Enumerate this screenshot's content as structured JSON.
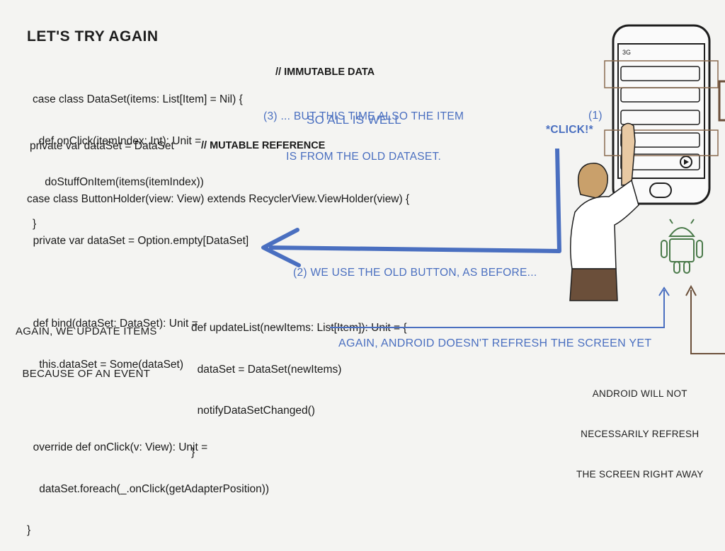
{
  "title": "LET'S TRY AGAIN",
  "code": {
    "dataset_block": [
      "case class DataSet(items: List[Item] = Nil) {",
      "  def onClick(itemIndex: Int): Unit =",
      "    doStuffOnItem(items(itemIndex))",
      "}"
    ],
    "private_var": "private var dataSet = DataSet",
    "holder_block": [
      "case class ButtonHolder(view: View) extends RecyclerView.ViewHolder(view) {",
      "  private var dataSet = Option.empty[DataSet]",
      "",
      "  def bind(dataSet: DataSet): Unit =",
      "    this.dataSet = Some(dataSet)",
      "",
      "  override def onClick(v: View): Unit =",
      "    dataSet.foreach(_.onClick(getAdapterPosition))",
      "}"
    ],
    "update_block": [
      "def updateList(newItems: List[Item]): Unit = {",
      "  dataSet = DataSet(newItems)",
      "  notifyDataSetChanged()",
      "}"
    ]
  },
  "comments": {
    "immutable": "// IMMUTABLE DATA",
    "mutable": "// MUTABLE REFERENCE"
  },
  "notes": {
    "step3": [
      "(3) ... BUT THIS TIME ALSO THE ITEM",
      "IS FROM THE OLD DATASET."
    ],
    "all_well": "SO ALL IS WELL",
    "step1": "(1)",
    "click": "*CLICK!*",
    "step2": "(2) WE USE THE OLD BUTTON, AS BEFORE...",
    "again_update": [
      "AGAIN, WE UPDATE ITEMS",
      "BECAUSE OF AN EVENT"
    ],
    "android_no_refresh": "AGAIN, ANDROID DOESN'T REFRESH THE SCREEN YET",
    "android_not_necessarily": [
      "ANDROID WILL NOT",
      "NECESSARILY REFRESH",
      "THE SCREEN RIGHT AWAY"
    ]
  },
  "phone": {
    "status": "3G"
  },
  "colors": {
    "blue": "#4a6fc0",
    "brown": "#6b4f3a",
    "android_green": "#4a7a4a",
    "ink": "#1e1e1e"
  }
}
